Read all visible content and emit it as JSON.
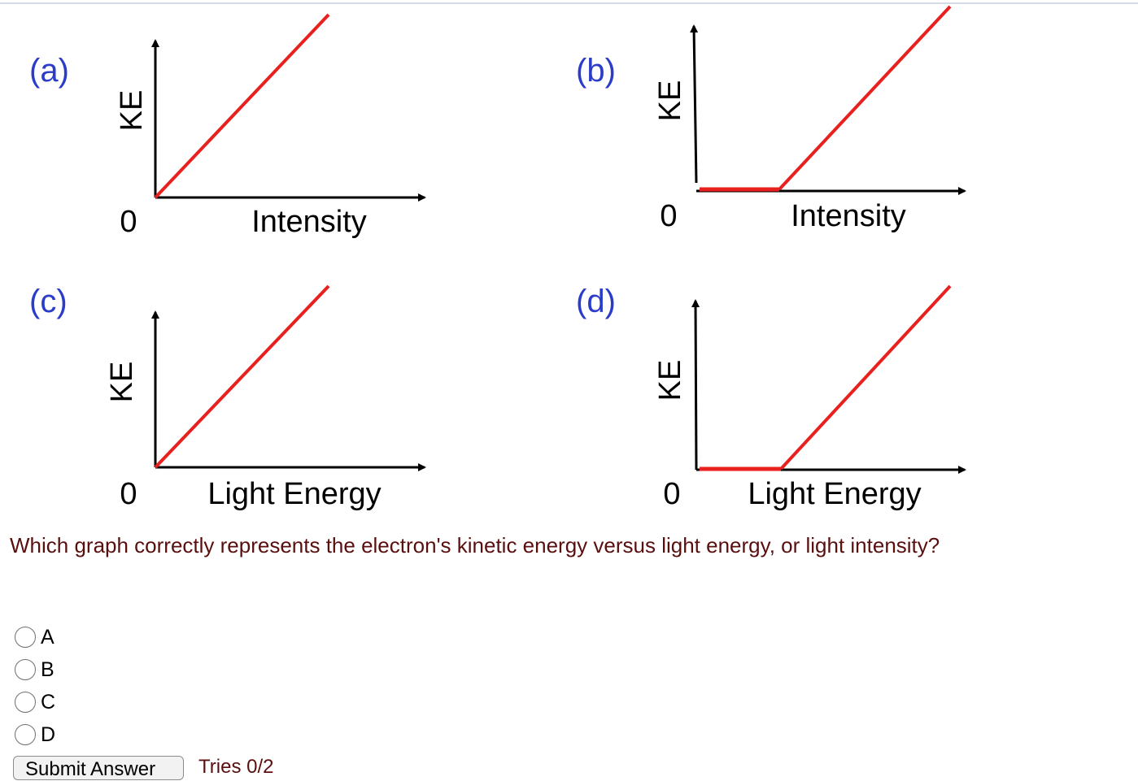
{
  "figure": {
    "panels": [
      {
        "label": "(a)",
        "y_title": "KE",
        "zero": "0",
        "x_title": "Intensity"
      },
      {
        "label": "(b)",
        "y_title": "KE",
        "zero": "0",
        "x_title": "Intensity"
      },
      {
        "label": "(c)",
        "y_title": "KE",
        "zero": "0",
        "x_title": "Light Energy"
      },
      {
        "label": "(d)",
        "y_title": "KE",
        "zero": "0",
        "x_title": "Light Energy"
      }
    ],
    "colors": {
      "line": "#e8201e",
      "axis": "#000000",
      "panel_label": "#2b3cc8"
    }
  },
  "question": {
    "text": "Which graph correctly represents the electron's kinetic energy versus light energy, or light intensity?",
    "options": [
      {
        "label": "A"
      },
      {
        "label": "B"
      },
      {
        "label": "C"
      },
      {
        "label": "D"
      }
    ]
  },
  "footer": {
    "submit_label": "Submit Answer",
    "tries_text": "Tries 0/2"
  }
}
